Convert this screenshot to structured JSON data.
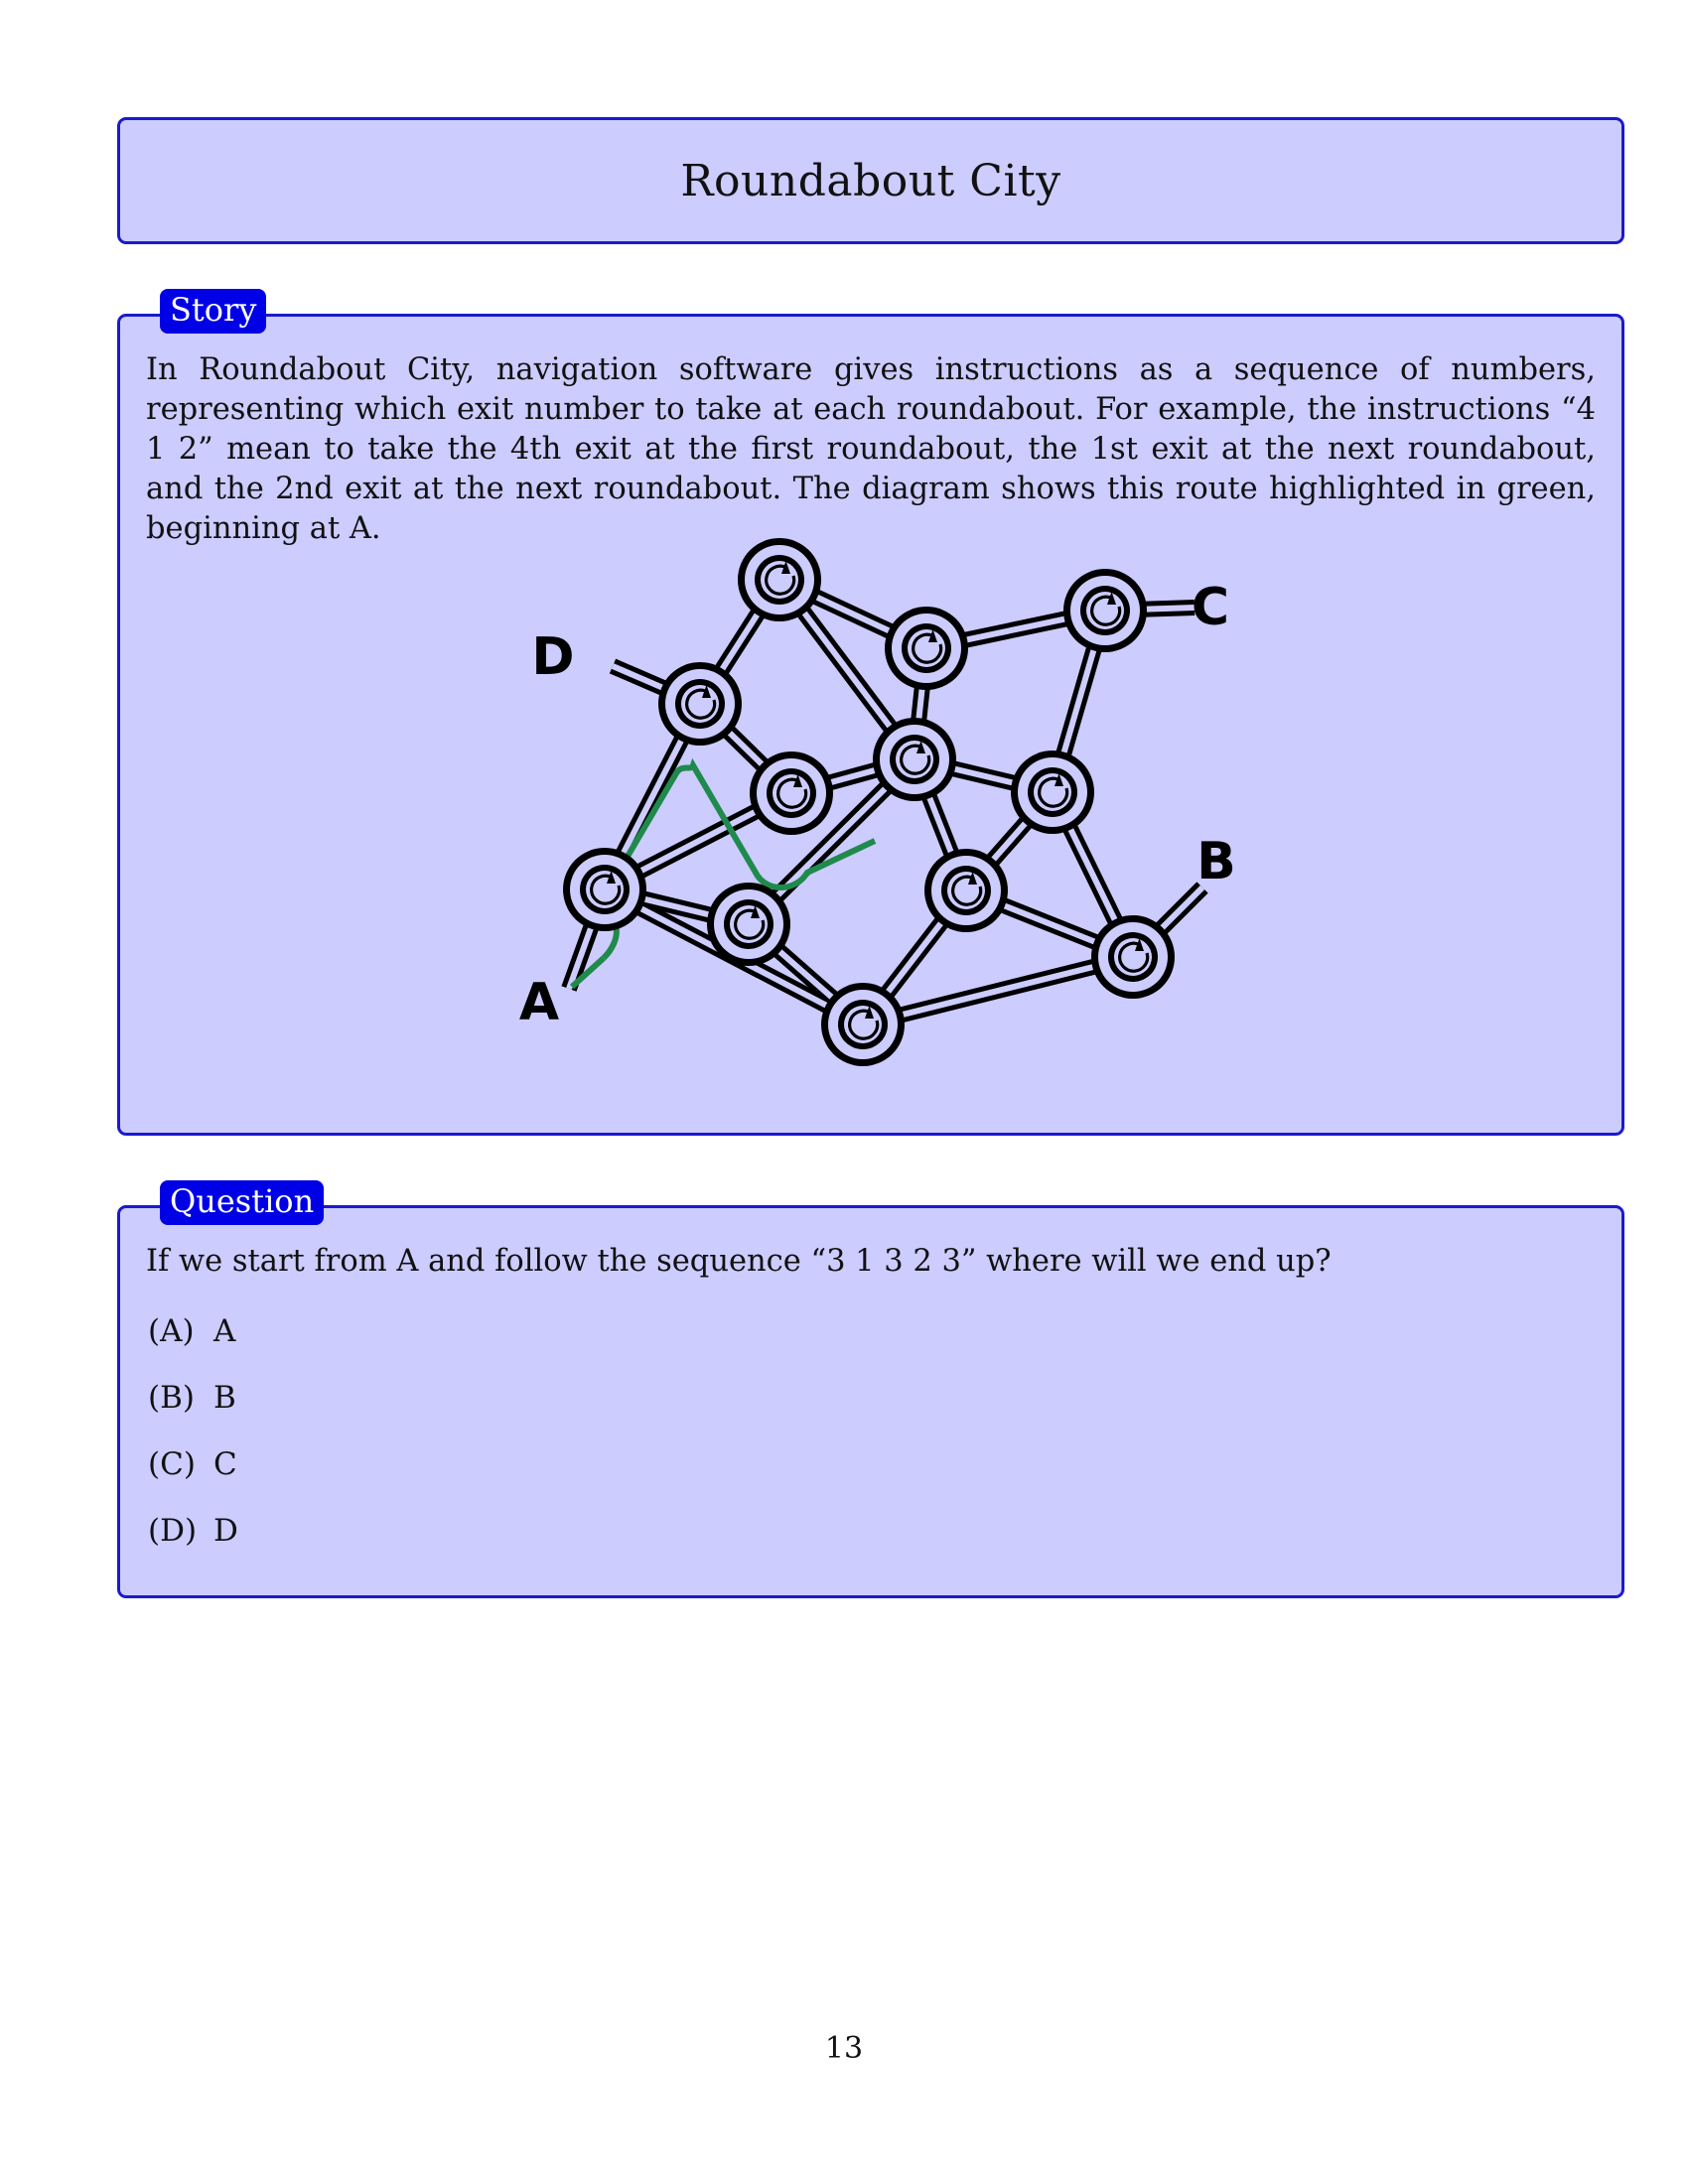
{
  "title": "Roundabout City",
  "story": {
    "tag": "Story",
    "text": "In Roundabout City, navigation software gives instructions as a sequence of numbers, representing which exit number to take at each roundabout. For example, the instructions “4 1 2” mean to take the 4th exit at the first roundabout, the 1st exit at the next roundabout, and the 2nd exit at the next roundabout. The diagram shows this route highlighted in green, beginning at A.",
    "diagram": {
      "labels": {
        "A": "A",
        "B": "B",
        "C": "C",
        "D": "D"
      },
      "route_color": "#1f8a4c"
    }
  },
  "question": {
    "tag": "Question",
    "text": "If we start from A and follow the sequence “3 1 3 2 3” where will we end up?",
    "options": [
      {
        "label": "(A)",
        "text": "A"
      },
      {
        "label": "(B)",
        "text": "B"
      },
      {
        "label": "(C)",
        "text": "C"
      },
      {
        "label": "(D)",
        "text": "D"
      }
    ]
  },
  "page_number": "13"
}
